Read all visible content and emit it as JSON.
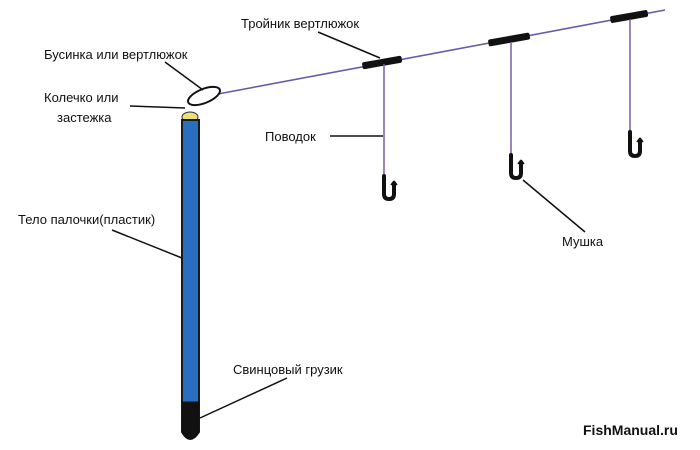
{
  "labels": {
    "swivel_tee": "Тройник вертлюжок",
    "bead_or_swivel": "Бусинка или вертлюжок",
    "ring_line1": "Колечко или",
    "ring_line2": "застежка",
    "leader": "Поводок",
    "body": "Тело палочки(пластик)",
    "fly": "Мушка",
    "lead_weight": "Свинцовый грузик"
  },
  "brand": "FishManual.ru",
  "colors": {
    "stick_body": "#2a6fbf",
    "stick_outline": "#1a1a1a",
    "lead_weight": "#111111",
    "bead": "#e9e27a",
    "main_line": "#6b5aa8",
    "leader_line": "#7a5aa0",
    "tee": "#111111",
    "hook": "#111111",
    "pointer": "#111111"
  }
}
